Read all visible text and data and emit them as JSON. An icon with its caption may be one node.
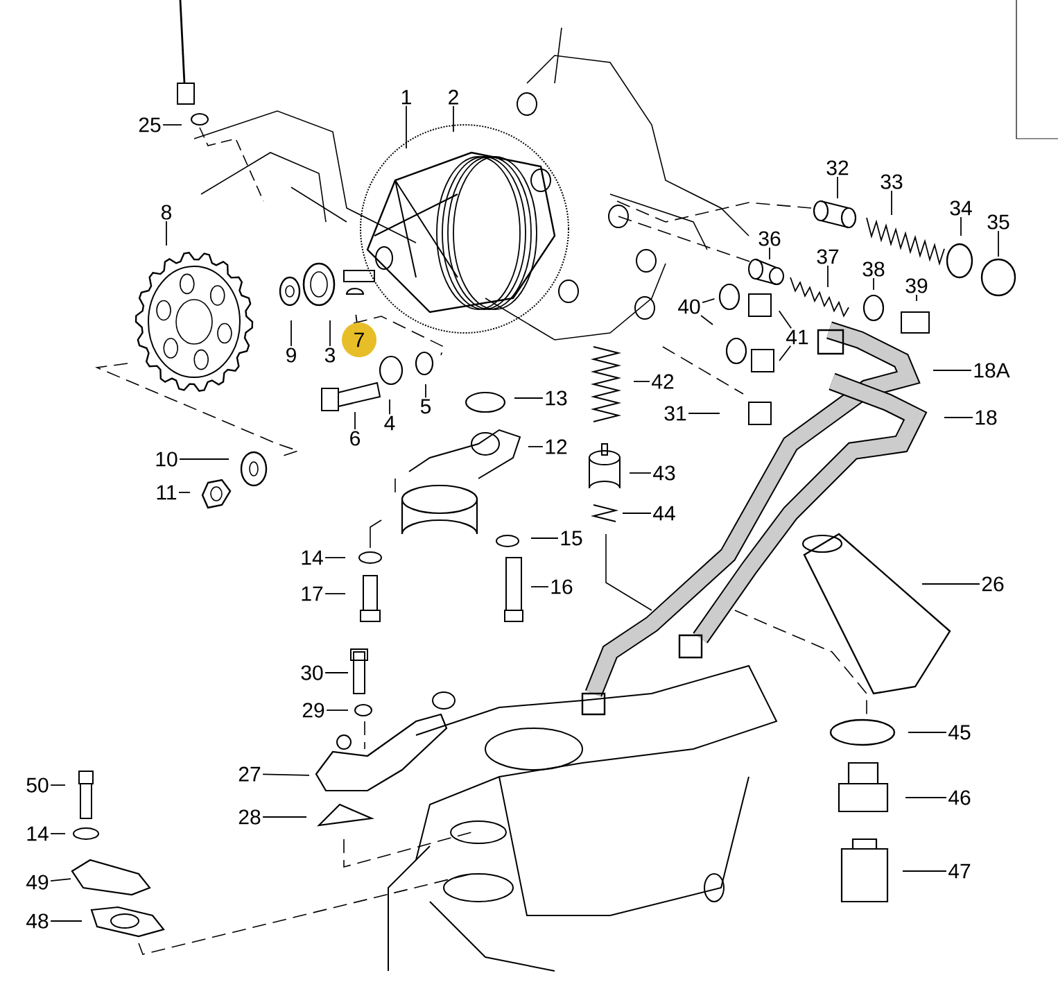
{
  "diagram": {
    "nodes": [
      {
        "text": [
          "25"
        ]
      },
      {
        "text": [
          "1"
        ]
      },
      {
        "text": [
          "2"
        ]
      },
      {
        "text": [
          "8"
        ]
      },
      {
        "text": [
          "32"
        ]
      },
      {
        "text": [
          "33"
        ]
      },
      {
        "text": [
          "34"
        ]
      },
      {
        "text": [
          "35"
        ]
      },
      {
        "text": [
          "36"
        ]
      },
      {
        "text": [
          "37"
        ]
      },
      {
        "text": [
          "38"
        ]
      },
      {
        "text": [
          "39"
        ]
      },
      {
        "text": [
          "40"
        ]
      },
      {
        "text": [
          "41"
        ]
      },
      {
        "text": [
          "9"
        ]
      },
      {
        "text": [
          "3"
        ]
      },
      {
        "text": [
          "7"
        ]
      },
      {
        "text": [
          "18A"
        ]
      },
      {
        "text": [
          "42"
        ]
      },
      {
        "text": [
          "13"
        ]
      },
      {
        "text": [
          "31"
        ]
      },
      {
        "text": [
          "4"
        ]
      },
      {
        "text": [
          "5"
        ]
      },
      {
        "text": [
          "6"
        ]
      },
      {
        "text": [
          "18"
        ]
      },
      {
        "text": [
          "12"
        ]
      },
      {
        "text": [
          "10"
        ]
      },
      {
        "text": [
          "11"
        ]
      },
      {
        "text": [
          "43"
        ]
      },
      {
        "text": [
          "44"
        ]
      },
      {
        "text": [
          "14"
        ]
      },
      {
        "text": [
          "15"
        ]
      },
      {
        "text": [
          "26"
        ]
      },
      {
        "text": [
          "17"
        ]
      },
      {
        "text": [
          "16"
        ]
      },
      {
        "text": [
          "30"
        ]
      },
      {
        "text": [
          "29"
        ]
      },
      {
        "text": [
          "45"
        ]
      },
      {
        "text": [
          "27"
        ]
      },
      {
        "text": [
          "50"
        ]
      },
      {
        "text": [
          "46"
        ]
      },
      {
        "text": [
          "28"
        ]
      },
      {
        "text": [
          "14"
        ]
      },
      {
        "text": [
          "49"
        ]
      },
      {
        "text": [
          "47"
        ]
      },
      {
        "text": [
          "48"
        ]
      }
    ],
    "edges": [
      {
        "from": 0,
        "to": null,
        "arrow": "none"
      },
      {
        "from": 1,
        "to": null,
        "arrow": "none"
      },
      {
        "from": 2,
        "to": null,
        "arrow": "none"
      },
      {
        "from": 3,
        "to": null,
        "arrow": "none"
      },
      {
        "from": 4,
        "to": null,
        "arrow": "none"
      },
      {
        "from": 5,
        "to": null,
        "arrow": "none"
      },
      {
        "from": 6,
        "to": null,
        "arrow": "none"
      },
      {
        "from": 7,
        "to": null,
        "arrow": "none"
      },
      {
        "from": 8,
        "to": null,
        "arrow": "none"
      },
      {
        "from": 9,
        "to": null,
        "arrow": "none"
      },
      {
        "from": 10,
        "to": null,
        "arrow": "none"
      },
      {
        "from": 11,
        "to": null,
        "arrow": "none"
      },
      {
        "from": 12,
        "to": null,
        "arrow": "none"
      },
      {
        "from": 12,
        "to": null,
        "arrow": "none"
      },
      {
        "from": 13,
        "to": null,
        "arrow": "none"
      },
      {
        "from": 13,
        "to": null,
        "arrow": "none"
      },
      {
        "from": 14,
        "to": null,
        "arrow": "none"
      },
      {
        "from": 15,
        "to": null,
        "arrow": "none"
      },
      {
        "from": 16,
        "to": null,
        "arrow": "none"
      },
      {
        "from": 17,
        "to": null,
        "arrow": "none"
      },
      {
        "from": 18,
        "to": null,
        "arrow": "none"
      },
      {
        "from": 19,
        "to": null,
        "arrow": "none"
      },
      {
        "from": 20,
        "to": null,
        "arrow": "none"
      },
      {
        "from": 21,
        "to": null,
        "arrow": "none"
      },
      {
        "from": 22,
        "to": null,
        "arrow": "none"
      },
      {
        "from": 23,
        "to": null,
        "arrow": "none"
      },
      {
        "from": 24,
        "to": null,
        "arrow": "none"
      },
      {
        "from": 25,
        "to": null,
        "arrow": "none"
      },
      {
        "from": 26,
        "to": null,
        "arrow": "none"
      },
      {
        "from": 27,
        "to": null,
        "arrow": "none"
      },
      {
        "from": 28,
        "to": null,
        "arrow": "none"
      },
      {
        "from": 29,
        "to": null,
        "arrow": "none"
      },
      {
        "from": 30,
        "to": null,
        "arrow": "none"
      },
      {
        "from": 31,
        "to": null,
        "arrow": "none"
      },
      {
        "from": 32,
        "to": null,
        "arrow": "none"
      },
      {
        "from": 33,
        "to": null,
        "arrow": "none"
      },
      {
        "from": 34,
        "to": null,
        "arrow": "none"
      },
      {
        "from": 35,
        "to": null,
        "arrow": "none"
      },
      {
        "from": 36,
        "to": null,
        "arrow": "none"
      },
      {
        "from": 37,
        "to": null,
        "arrow": "none"
      },
      {
        "from": 38,
        "to": null,
        "arrow": "none"
      },
      {
        "from": 39,
        "to": null,
        "arrow": "none"
      },
      {
        "from": 40,
        "to": null,
        "arrow": "none"
      },
      {
        "from": 41,
        "to": null,
        "arrow": "none"
      },
      {
        "from": 42,
        "to": null,
        "arrow": "none"
      },
      {
        "from": 43,
        "to": null,
        "arrow": "none"
      },
      {
        "from": 44,
        "to": null,
        "arrow": "none"
      },
      {
        "from": 45,
        "to": null,
        "arrow": "none"
      }
    ]
  }
}
